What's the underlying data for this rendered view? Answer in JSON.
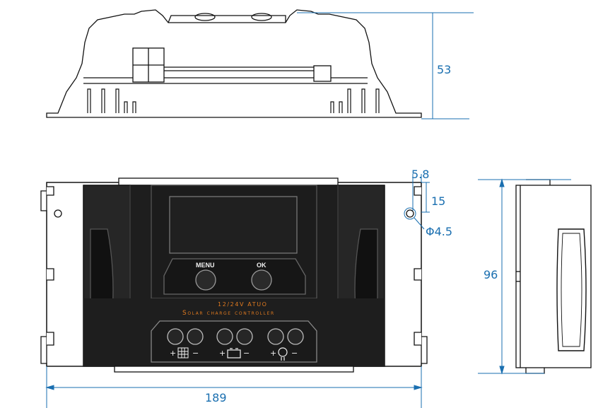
{
  "dimensions": {
    "height_top": "53",
    "tab_offset": "5.8",
    "tab_height": "15",
    "hole_diameter": "Φ4.5",
    "side_height": "96",
    "front_width": "189"
  },
  "front_panel": {
    "menu_label": "MENU",
    "ok_label": "OK",
    "voltage_text": "12/24V ATUO",
    "product_text": "Solar charge controller",
    "terminal_signs": [
      "+",
      "−",
      "+",
      "−",
      "+",
      "−"
    ]
  },
  "icons": [
    "solar-panel-icon",
    "battery-icon",
    "bulb-icon"
  ],
  "colors": {
    "dimension": "#1a6fb0",
    "accent_text": "#e07a1f",
    "body": "#1b1b1b"
  }
}
